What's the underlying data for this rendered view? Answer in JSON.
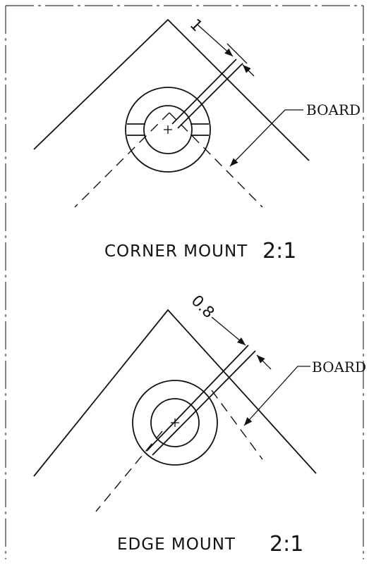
{
  "views": [
    {
      "title": "CORNER MOUNT",
      "scale": "2:1",
      "callout": "BOARD",
      "dimension": "1"
    },
    {
      "title": "EDGE MOUNT",
      "scale": "2:1",
      "callout": "BOARD",
      "dimension": "0.8"
    }
  ]
}
